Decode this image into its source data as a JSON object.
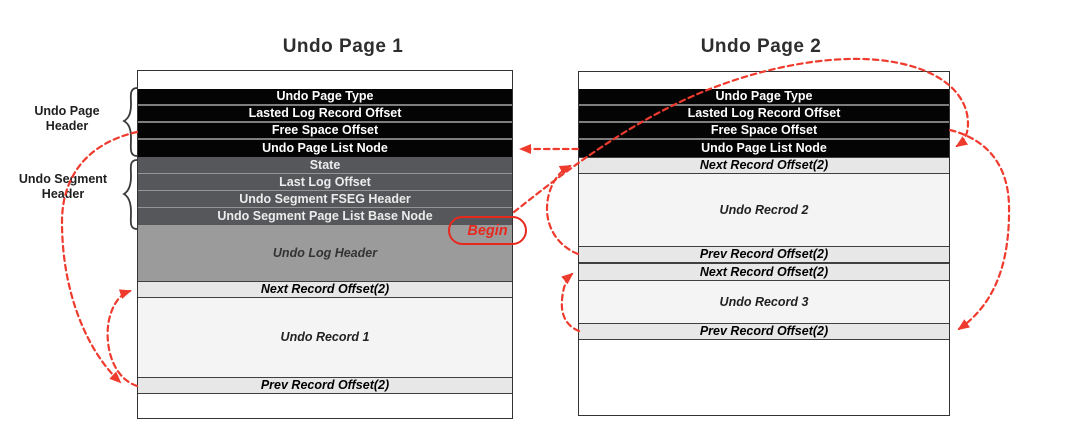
{
  "diagram": {
    "colors": {
      "accent_red": "#ee3b2e",
      "header_black": "#040404",
      "segment_gray": "#56575a",
      "log_header_gray": "#9b9b9b",
      "offset_light_gray": "#e7e7e7",
      "record_bg": "#f4f4f4"
    },
    "begin_label": "Begin",
    "side_labels": {
      "page_header_line1": "Undo Page",
      "page_header_line2": "Header",
      "segment_header_line1": "Undo Segment",
      "segment_header_line2": "Header"
    },
    "arrows": [
      "free-space-offset-to-free-space-page1",
      "prev-record-to-next-record-page1",
      "page2-list-node-to-page1-list-node",
      "begin-to-page2-list-node",
      "free-space-offset-to-free-space-page2",
      "prev-record2-to-next-record2-page2",
      "prev-record3-to-next-record3-page2"
    ]
  },
  "pages": [
    {
      "title": "Undo Page 1",
      "rows": [
        {
          "label": ""
        },
        {
          "label": "Undo Page Type"
        },
        {
          "label": "Lasted Log Record Offset"
        },
        {
          "label": "Free Space Offset"
        },
        {
          "label": "Undo Page List Node"
        },
        {
          "label": "State"
        },
        {
          "label": "Last Log Offset"
        },
        {
          "label": "Undo Segment FSEG Header"
        },
        {
          "label": "Undo Segment Page List Base Node"
        },
        {
          "label": "Undo Log Header"
        },
        {
          "label": "Next Record Offset(2)"
        },
        {
          "label": "Undo Record 1"
        },
        {
          "label": "Prev Record Offset(2)"
        },
        {
          "label": ""
        }
      ]
    },
    {
      "title": "Undo Page 2",
      "rows": [
        {
          "label": ""
        },
        {
          "label": "Undo Page Type"
        },
        {
          "label": "Lasted Log Record Offset"
        },
        {
          "label": "Free Space Offset"
        },
        {
          "label": "Undo Page List Node"
        },
        {
          "label": "Next Record Offset(2)"
        },
        {
          "label": "Undo Recrod 2"
        },
        {
          "label": "Prev Record Offset(2)"
        },
        {
          "label": "Next Record Offset(2)"
        },
        {
          "label": "Undo Record 3"
        },
        {
          "label": "Prev Record Offset(2)"
        },
        {
          "label": ""
        }
      ]
    }
  ]
}
